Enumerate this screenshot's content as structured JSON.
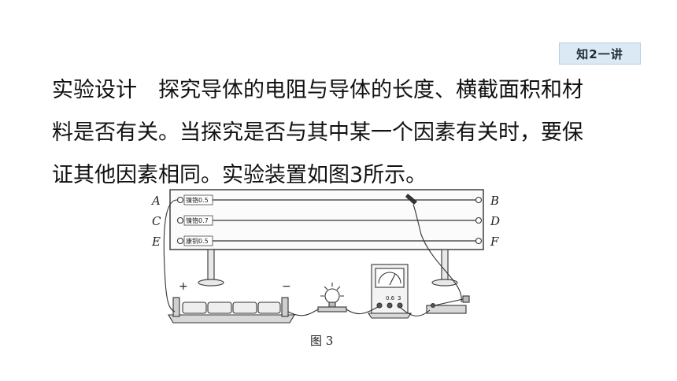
{
  "badge": "知2一讲",
  "paragraph": {
    "line1": "实验设计　探究导体的电阻与导体的长度、横截面积和材",
    "line2": "料是否有关。当探究是否与其中某一个因素有关时，要保",
    "line3": "证其他因素相同。实验装置如图3所示。"
  },
  "figure": {
    "left_labels": [
      "A",
      "C",
      "E"
    ],
    "right_labels": [
      "B",
      "D",
      "F"
    ],
    "wires": [
      "镍铬0.5",
      "镍铬0.7",
      "康铜0.5"
    ],
    "plus": "+",
    "minus": "−",
    "meter_ticks": [
      "0.6",
      "3"
    ],
    "caption": "图 3"
  }
}
